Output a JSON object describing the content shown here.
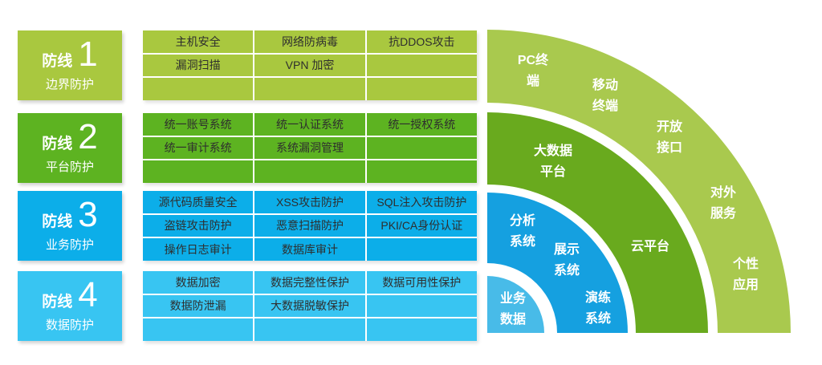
{
  "defense_lines": [
    {
      "prefix": "防线",
      "number": "1",
      "subtitle": "边界防护",
      "color": "#a9c83f",
      "cells": [
        [
          "主机安全",
          "网络防病毒",
          "抗DDOS攻击"
        ],
        [
          "漏洞扫描",
          "VPN 加密",
          ""
        ],
        [
          "",
          "",
          ""
        ]
      ]
    },
    {
      "prefix": "防线",
      "number": "2",
      "subtitle": "平台防护",
      "color": "#5db321",
      "cells": [
        [
          "统一账号系统",
          "统一认证系统",
          "统一授权系统"
        ],
        [
          "统一审计系统",
          "系统漏洞管理",
          ""
        ],
        [
          "",
          "",
          ""
        ]
      ]
    },
    {
      "prefix": "防线",
      "number": "3",
      "subtitle": "业务防护",
      "color": "#0caee9",
      "cells": [
        [
          "源代码质量安全",
          "XSS攻击防护",
          "SQL注入攻击防护"
        ],
        [
          "盗链攻击防护",
          "恶意扫描防护",
          "PKI/CA身份认证"
        ],
        [
          "操作日志审计",
          "数据库审计",
          ""
        ]
      ]
    },
    {
      "prefix": "防线",
      "number": "4",
      "subtitle": "数据防护",
      "color": "#38c5f2",
      "cells": [
        [
          "数据加密",
          "数据完整性保护",
          "数据可用性保护"
        ],
        [
          "数据防泄漏",
          "大数据脱敏保护",
          ""
        ],
        [
          "",
          "",
          ""
        ]
      ]
    }
  ],
  "architecture": {
    "rings": [
      {
        "name": "access-layer-ring",
        "color": "#a9c94e"
      },
      {
        "name": "platform-layer-ring",
        "color": "#69aa1e"
      },
      {
        "name": "system-layer-ring",
        "color": "#15a0e0"
      },
      {
        "name": "data-core-quarter",
        "color": "#48bbe8"
      }
    ],
    "labels": {
      "pc_terminal": {
        "lines": [
          "PC终",
          "端"
        ]
      },
      "mobile_terminal": {
        "lines": [
          "移动",
          "终端"
        ]
      },
      "open_interface": {
        "lines": [
          "开放",
          "接口"
        ]
      },
      "external_service": {
        "lines": [
          "对外",
          "服务"
        ]
      },
      "personal_app": {
        "lines": [
          "个性",
          "应用"
        ]
      },
      "bigdata_platform": {
        "lines": [
          "大数据",
          "平台"
        ]
      },
      "cloud_platform": {
        "lines": [
          "云平台"
        ]
      },
      "analysis_system": {
        "lines": [
          "分析",
          "系统"
        ]
      },
      "display_system": {
        "lines": [
          "展示",
          "系统"
        ]
      },
      "drill_system": {
        "lines": [
          "演练",
          "系统"
        ]
      },
      "business_data": {
        "lines": [
          "业务",
          "数据"
        ]
      }
    }
  }
}
